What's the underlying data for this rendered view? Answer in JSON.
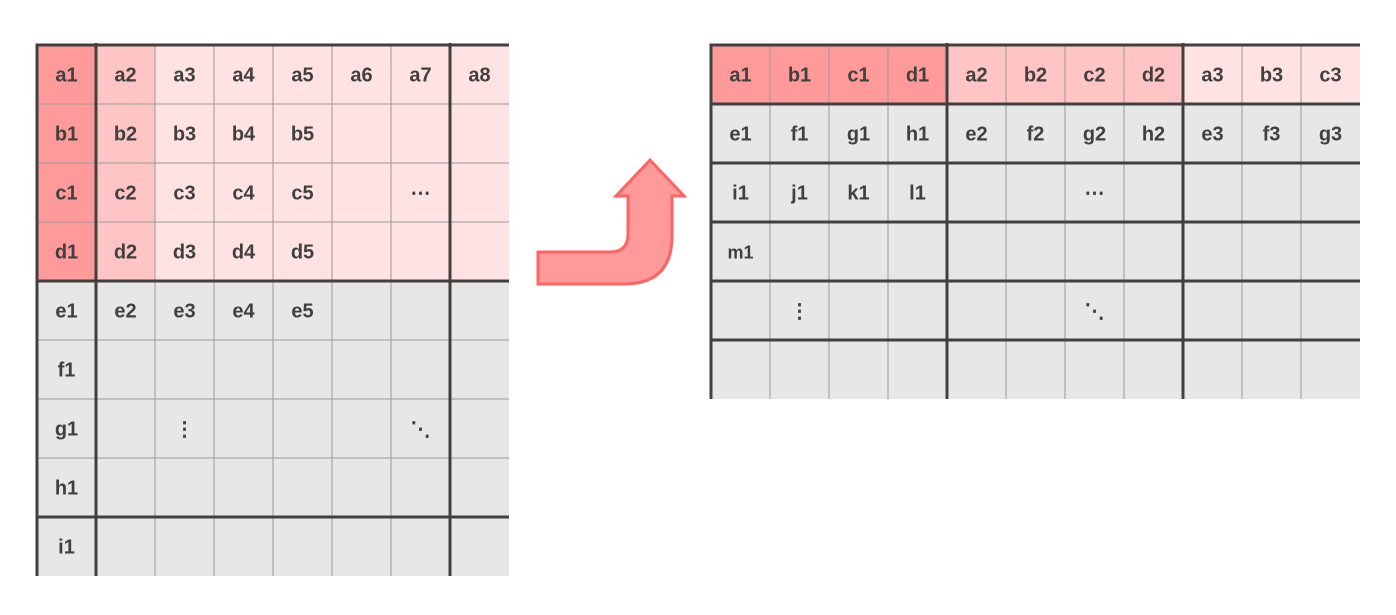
{
  "colors": {
    "dark": "#ff9a9a",
    "mid": "#ffc4c4",
    "light": "#ffe3e3",
    "gray": "#e7e7e7",
    "grid_line": "#9a9a9a",
    "border": "#404040",
    "text": "#404040",
    "arrow_fill": "#ff9a9a",
    "arrow_stroke": "#ff6464"
  },
  "left_grid": {
    "rows": 9,
    "cols": 8,
    "fills": [
      [
        "dark",
        "mid",
        "light",
        "light",
        "light",
        "light",
        "light",
        "light"
      ],
      [
        "dark",
        "mid",
        "light",
        "light",
        "light",
        "light",
        "light",
        "light"
      ],
      [
        "dark",
        "mid",
        "light",
        "light",
        "light",
        "light",
        "light",
        "light"
      ],
      [
        "dark",
        "mid",
        "light",
        "light",
        "light",
        "light",
        "light",
        "light"
      ],
      [
        "gray",
        "gray",
        "gray",
        "gray",
        "gray",
        "gray",
        "gray",
        "gray"
      ],
      [
        "gray",
        "gray",
        "gray",
        "gray",
        "gray",
        "gray",
        "gray",
        "gray"
      ],
      [
        "gray",
        "gray",
        "gray",
        "gray",
        "gray",
        "gray",
        "gray",
        "gray"
      ],
      [
        "gray",
        "gray",
        "gray",
        "gray",
        "gray",
        "gray",
        "gray",
        "gray"
      ],
      [
        "gray",
        "gray",
        "gray",
        "gray",
        "gray",
        "gray",
        "gray",
        "gray"
      ]
    ],
    "labels": [
      [
        "a1",
        "a2",
        "a3",
        "a4",
        "a5",
        "a6",
        "a7",
        "a8"
      ],
      [
        "b1",
        "b2",
        "b3",
        "b4",
        "b5",
        "",
        "",
        ""
      ],
      [
        "c1",
        "c2",
        "c3",
        "c4",
        "c5",
        "",
        "⋯",
        ""
      ],
      [
        "d1",
        "d2",
        "d3",
        "d4",
        "d5",
        "",
        "",
        ""
      ],
      [
        "e1",
        "e2",
        "e3",
        "e4",
        "e5",
        "",
        "",
        ""
      ],
      [
        "f1",
        "",
        "",
        "",
        "",
        "",
        "",
        ""
      ],
      [
        "g1",
        "",
        "⋮",
        "",
        "",
        "",
        "⋱",
        ""
      ],
      [
        "h1",
        "",
        "",
        "",
        "",
        "",
        "",
        ""
      ],
      [
        "i1",
        "",
        "",
        "",
        "",
        "",
        "",
        ""
      ]
    ],
    "thick_rows": [
      4,
      8
    ],
    "thick_cols": [
      1,
      7
    ]
  },
  "right_grid": {
    "rows": 6,
    "cols": 11,
    "fills": [
      [
        "dark",
        "dark",
        "dark",
        "dark",
        "mid",
        "mid",
        "mid",
        "mid",
        "light",
        "light",
        "light"
      ],
      [
        "gray",
        "gray",
        "gray",
        "gray",
        "gray",
        "gray",
        "gray",
        "gray",
        "gray",
        "gray",
        "gray"
      ],
      [
        "gray",
        "gray",
        "gray",
        "gray",
        "gray",
        "gray",
        "gray",
        "gray",
        "gray",
        "gray",
        "gray"
      ],
      [
        "gray",
        "gray",
        "gray",
        "gray",
        "gray",
        "gray",
        "gray",
        "gray",
        "gray",
        "gray",
        "gray"
      ],
      [
        "gray",
        "gray",
        "gray",
        "gray",
        "gray",
        "gray",
        "gray",
        "gray",
        "gray",
        "gray",
        "gray"
      ],
      [
        "gray",
        "gray",
        "gray",
        "gray",
        "gray",
        "gray",
        "gray",
        "gray",
        "gray",
        "gray",
        "gray"
      ]
    ],
    "labels": [
      [
        "a1",
        "b1",
        "c1",
        "d1",
        "a2",
        "b2",
        "c2",
        "d2",
        "a3",
        "b3",
        "c3"
      ],
      [
        "e1",
        "f1",
        "g1",
        "h1",
        "e2",
        "f2",
        "g2",
        "h2",
        "e3",
        "f3",
        "g3"
      ],
      [
        "i1",
        "j1",
        "k1",
        "l1",
        "",
        "",
        "⋯",
        "",
        "",
        "",
        ""
      ],
      [
        "m1",
        "",
        "",
        "",
        "",
        "",
        "",
        "",
        "",
        "",
        ""
      ],
      [
        "",
        "⋮",
        "",
        "",
        "",
        "",
        "⋱",
        "",
        "",
        "",
        ""
      ],
      [
        "",
        "",
        "",
        "",
        "",
        "",
        "",
        "",
        "",
        "",
        ""
      ]
    ],
    "small_labels": [
      "m1"
    ],
    "thick_rows": [
      1,
      2,
      3,
      4,
      5
    ],
    "thick_cols": [
      4,
      8
    ]
  }
}
